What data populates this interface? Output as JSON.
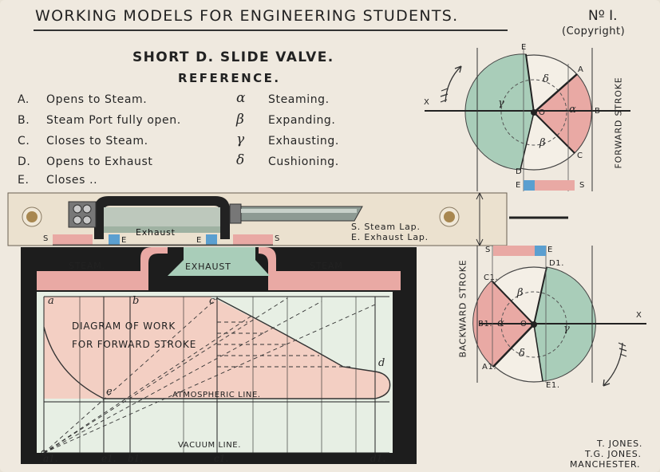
{
  "header": {
    "title": "WORKING MODELS FOR ENGINEERING STUDENTS.",
    "number": "Nº I.",
    "copyright": "(Copyright)"
  },
  "main_title": "SHORT D. SLIDE VALVE.",
  "reference_title": "REFERENCE.",
  "reference_left": [
    {
      "key": "A.",
      "text": "Opens to Steam."
    },
    {
      "key": "B.",
      "text": "Steam Port fully open."
    },
    {
      "key": "C.",
      "text": "Closes to Steam."
    },
    {
      "key": "D.",
      "text": "Opens to Exhaust"
    },
    {
      "key": "E.",
      "text": "Closes .."
    }
  ],
  "reference_right": [
    {
      "symbol": "α",
      "text": "Steaming."
    },
    {
      "symbol": "β",
      "text": "Expanding."
    },
    {
      "symbol": "γ",
      "text": "Exhausting."
    },
    {
      "symbol": "δ",
      "text": "Cushioning."
    }
  ],
  "slide_bar": {
    "exhaust_label": "Exhaust",
    "s_left": "S",
    "e_left": "E",
    "e_right": "E",
    "s_right": "S",
    "legend_s": "S. Steam Lap.",
    "legend_e": "E. Exhaust Lap."
  },
  "ports": {
    "steam_left": "STEAM.",
    "exhaust": "EXHAUST",
    "steam_right": "STEAM"
  },
  "work_diagram": {
    "title_line1": "DIAGRAM OF WORK",
    "title_line2": "FOR FORWARD STROKE",
    "atmospheric": "ATMOSPHERIC LINE.",
    "vacuum": "VACUUM LINE.",
    "letters_top": [
      "a",
      "b",
      "c"
    ],
    "letter_d": "d",
    "letter_e": "e",
    "letters_bottom": [
      "a1.",
      "e1.",
      "b1.",
      "c1.",
      "d1."
    ]
  },
  "forward_circle": {
    "stroke_label": "FORWARD STROKE",
    "letters": {
      "E": "E",
      "A": "A",
      "B": "B",
      "C": "C",
      "D": "D",
      "X": "X",
      "O": "O"
    },
    "greek": {
      "delta": "δ",
      "alpha": "α",
      "gamma": "γ",
      "beta": "β"
    },
    "bar_e": "E",
    "bar_s": "S"
  },
  "backward_circle": {
    "stroke_label": "BACKWARD STROKE",
    "letters": {
      "D1": "D1.",
      "C1": "C1.",
      "B1": "B1.",
      "A1": "A1.",
      "E1": "E1.",
      "O": "O",
      "X": "X"
    },
    "greek": {
      "beta": "β",
      "alpha": "α",
      "gamma": "γ",
      "delta": "δ"
    },
    "bar_s": "S",
    "bar_e": "E"
  },
  "imprint": [
    "T. JONES.",
    "T.G. JONES.",
    "MANCHESTER."
  ],
  "colors": {
    "steam_pink": "#e9a9a4",
    "exhaust_green": "#a9cdb9",
    "port_blue": "#5b9fd0",
    "card_cream": "#efe9df",
    "ink": "#1e1e1e"
  }
}
